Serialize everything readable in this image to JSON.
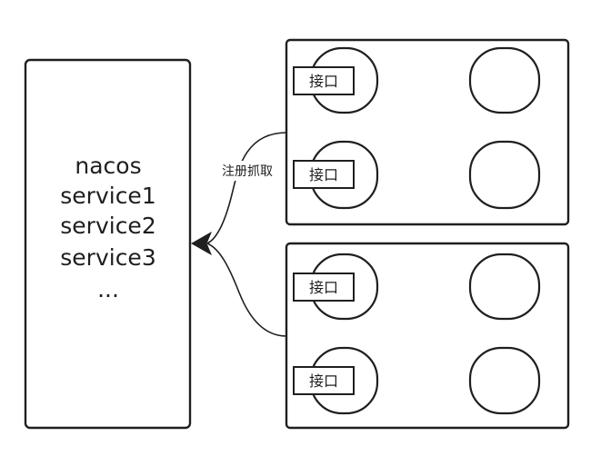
{
  "registry": {
    "lines": [
      "nacos",
      "service1",
      "service2",
      "service3",
      "..."
    ]
  },
  "edge_label": "注册抓取",
  "service_groups": [
    {
      "interfaces": [
        {
          "label": "接口"
        },
        {
          "label": "接口"
        }
      ]
    },
    {
      "interfaces": [
        {
          "label": "接口"
        },
        {
          "label": "接口"
        }
      ]
    }
  ]
}
